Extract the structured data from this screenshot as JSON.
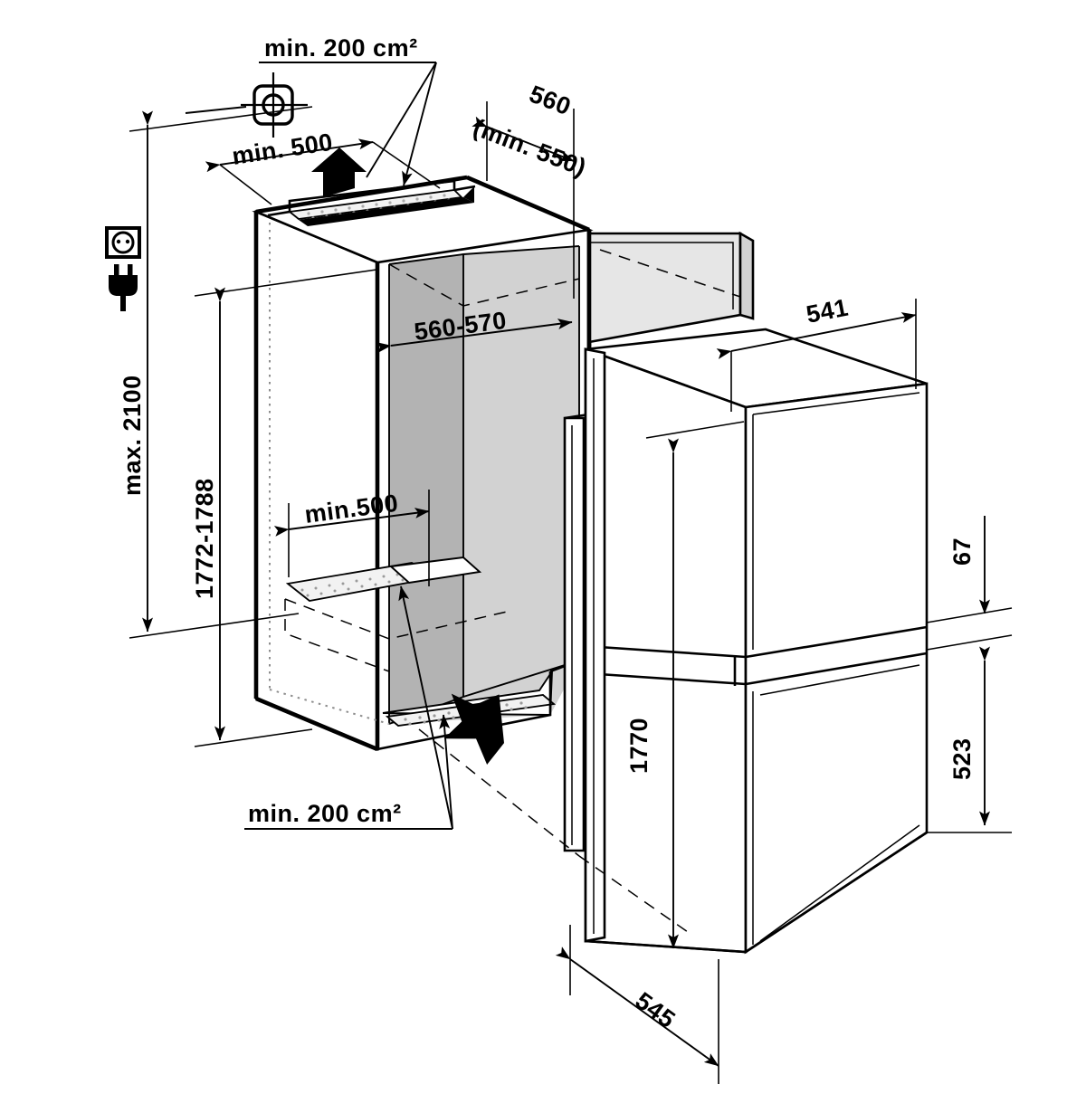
{
  "drawing": {
    "title": "Built-in fridge-freezer niche installation dimensions",
    "units": "mm",
    "background_color": "#ffffff",
    "line_color": "#000000"
  },
  "labels": {
    "vent_top": "min. 200 cm²",
    "vent_bottom": "min. 200 cm²",
    "niche_depth_top": "min. 500",
    "niche_depth_mid": "min.500",
    "niche_depth_rear": "560\n(min. 550)",
    "niche_depth_rear_line1": "560",
    "niche_depth_rear_line2": "(min. 550)",
    "niche_width": "560-570",
    "max_height": "max. 2100",
    "niche_height_range": "1772-1788",
    "appliance_width": "541",
    "appliance_height": "1770",
    "appliance_depth": "545",
    "freezer_door_height": "523",
    "gap_height": "67"
  },
  "icons": {
    "socket": "power-socket-icon",
    "plug": "power-plug-icon",
    "center_mark": "center-datum-icon",
    "airflow_up": "airflow-up-arrow-icon",
    "airflow_in": "airflow-in-arrow-icon"
  },
  "colors": {
    "line": "#000000",
    "niche_side_wall": "#b3b3b3",
    "niche_back_wall": "#d2d2d2",
    "niche_floor": "#cfcfcf",
    "door_panel": "#e0e0e0",
    "grille": "#f2f2f2",
    "hidden_line": "#8d8d8d"
  }
}
